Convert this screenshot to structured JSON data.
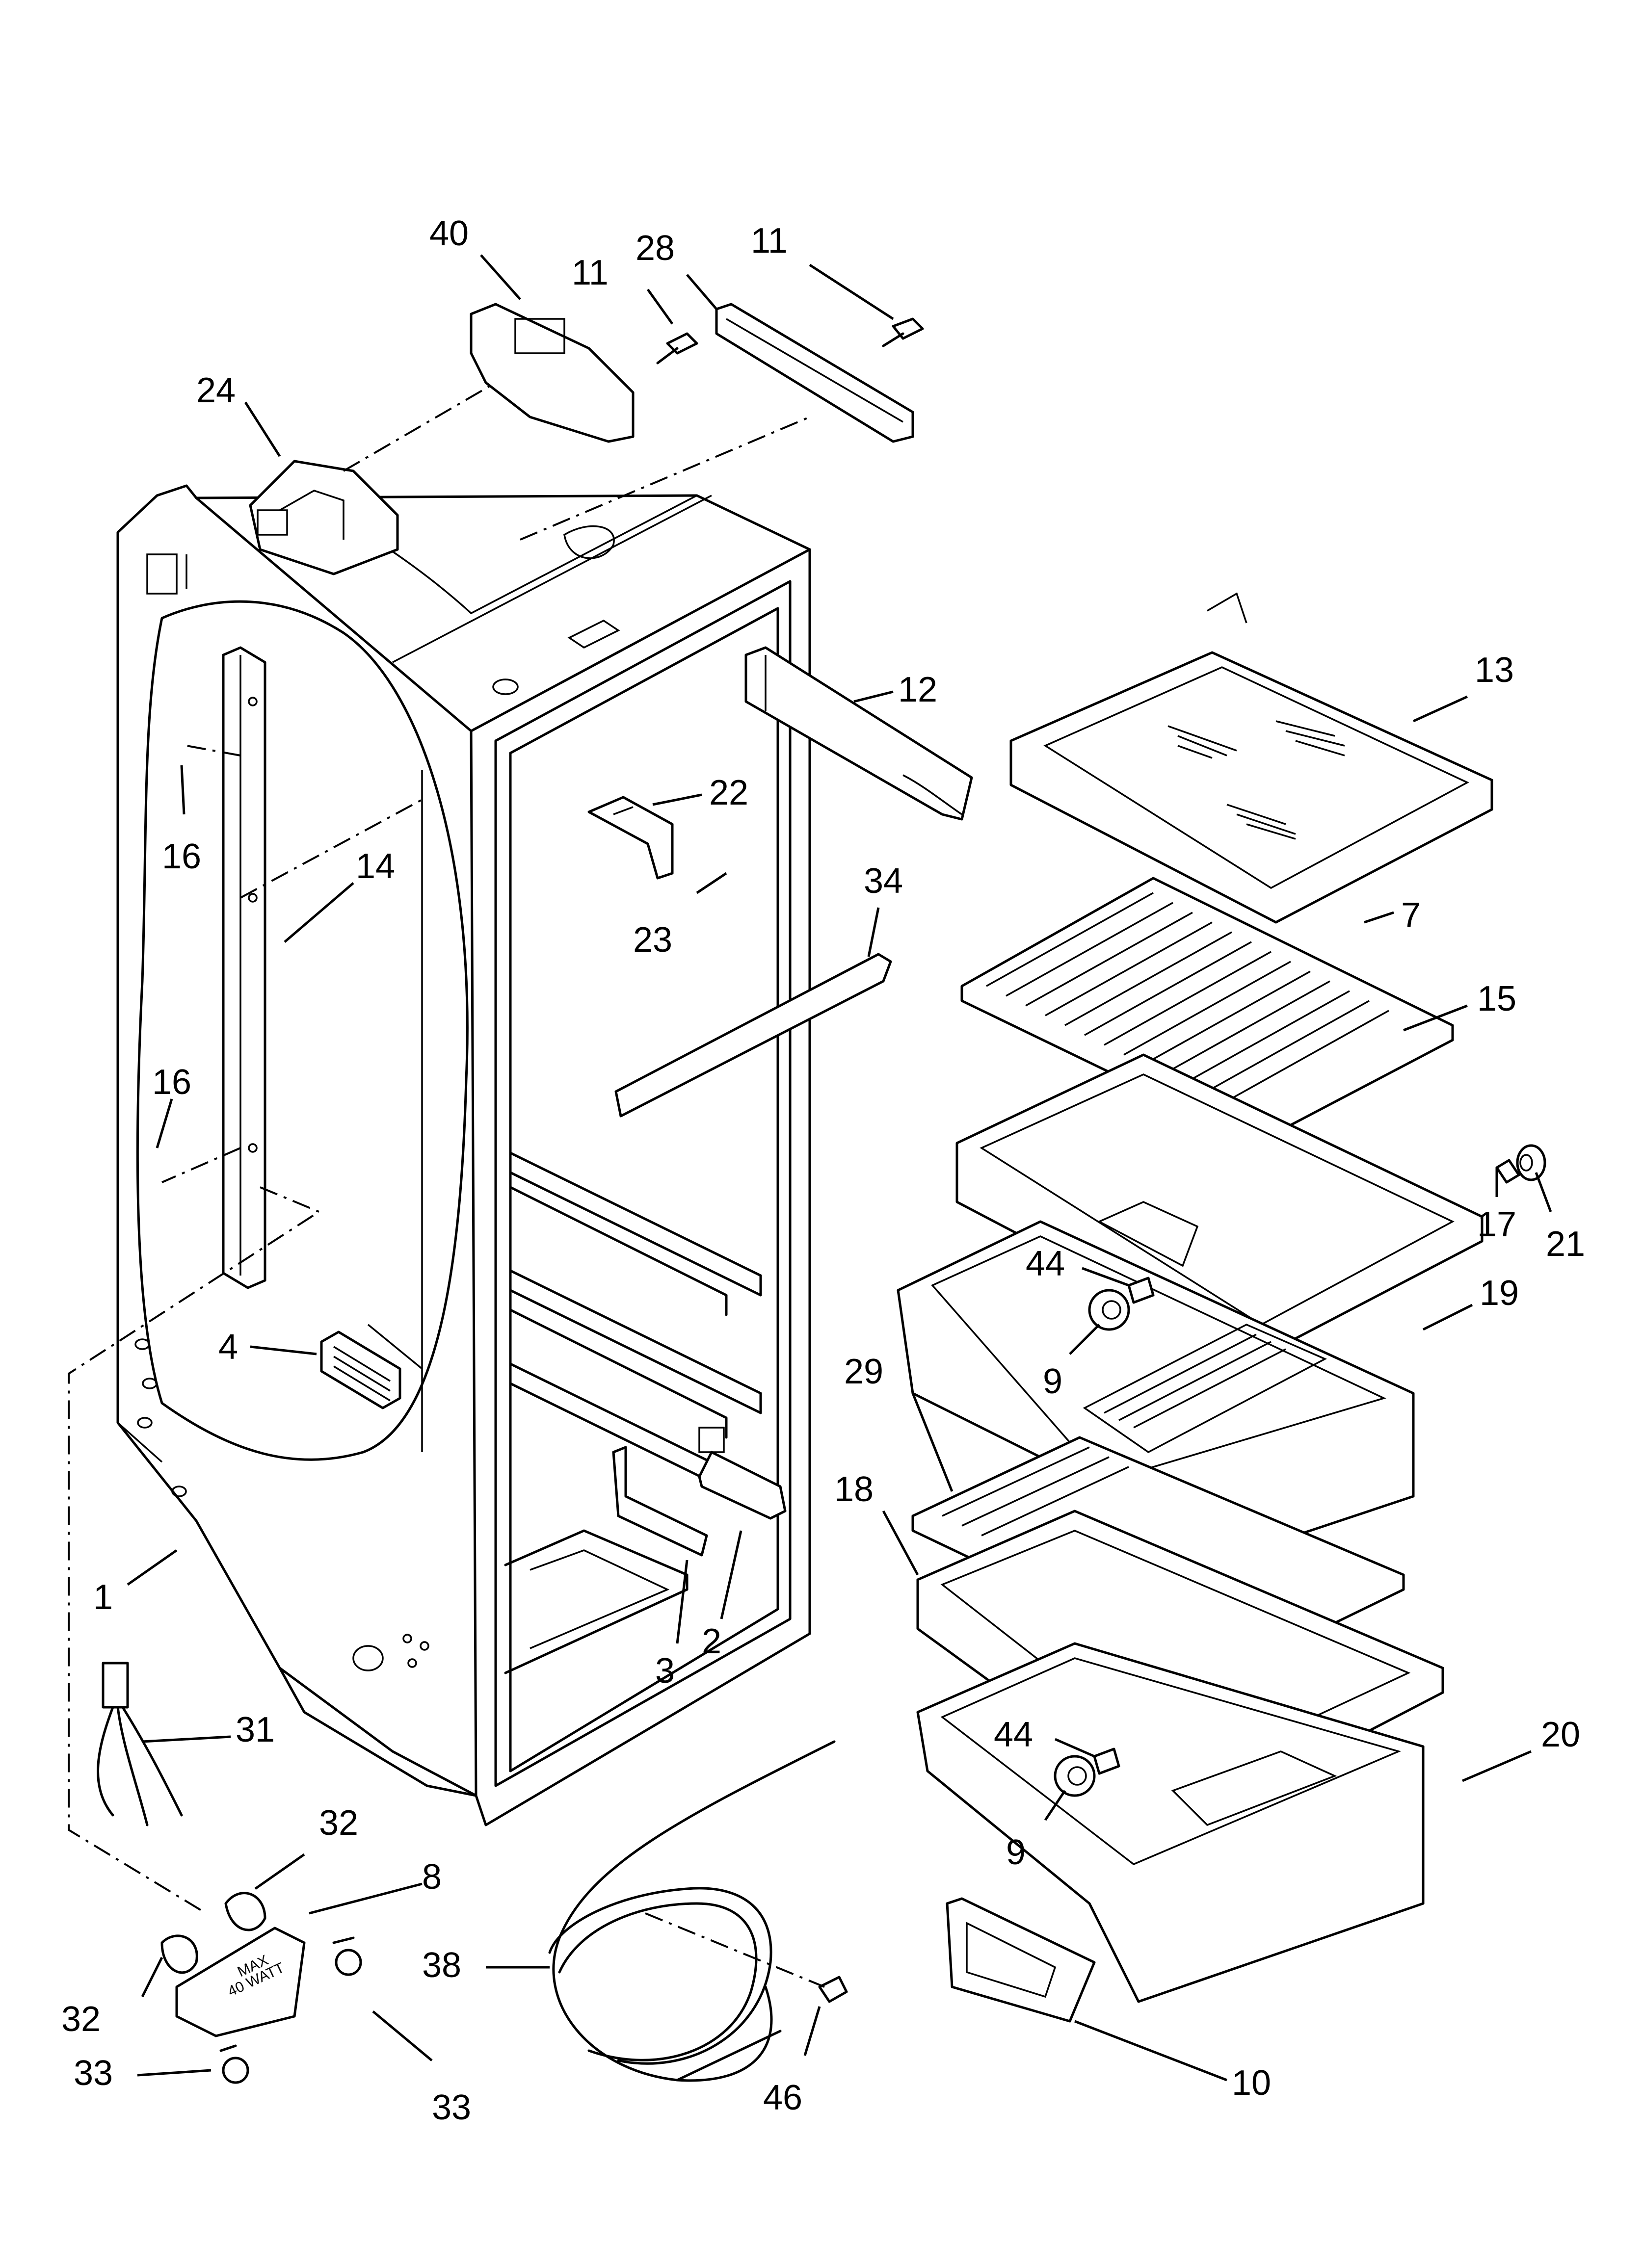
{
  "callouts": [
    {
      "id": "c40",
      "text": "40"
    },
    {
      "id": "c11a",
      "text": "11"
    },
    {
      "id": "c28",
      "text": "28"
    },
    {
      "id": "c11b",
      "text": "11"
    },
    {
      "id": "c24",
      "text": "24"
    },
    {
      "id": "c12",
      "text": "12"
    },
    {
      "id": "c13",
      "text": "13"
    },
    {
      "id": "c22",
      "text": "22"
    },
    {
      "id": "c16a",
      "text": "16"
    },
    {
      "id": "c14",
      "text": "14"
    },
    {
      "id": "c23",
      "text": "23"
    },
    {
      "id": "c34",
      "text": "34"
    },
    {
      "id": "c7",
      "text": "7"
    },
    {
      "id": "c15",
      "text": "15"
    },
    {
      "id": "c16b",
      "text": "16"
    },
    {
      "id": "c17",
      "text": "17"
    },
    {
      "id": "c21",
      "text": "21"
    },
    {
      "id": "c44a",
      "text": "44"
    },
    {
      "id": "c19",
      "text": "19"
    },
    {
      "id": "c4",
      "text": "4"
    },
    {
      "id": "c9a",
      "text": "9"
    },
    {
      "id": "c29",
      "text": "29"
    },
    {
      "id": "c18",
      "text": "18"
    },
    {
      "id": "c1",
      "text": "1"
    },
    {
      "id": "c3",
      "text": "3"
    },
    {
      "id": "c2",
      "text": "2"
    },
    {
      "id": "c31",
      "text": "31"
    },
    {
      "id": "c44b",
      "text": "44"
    },
    {
      "id": "c20",
      "text": "20"
    },
    {
      "id": "c9b",
      "text": "9"
    },
    {
      "id": "c32a",
      "text": "32"
    },
    {
      "id": "c8",
      "text": "8"
    },
    {
      "id": "c32b",
      "text": "32"
    },
    {
      "id": "c38",
      "text": "38"
    },
    {
      "id": "c33a",
      "text": "33"
    },
    {
      "id": "c33b",
      "text": "33"
    },
    {
      "id": "c46",
      "text": "46"
    },
    {
      "id": "c10",
      "text": "10"
    }
  ],
  "light_housing_stamp": {
    "line1": "MAX",
    "line2": "40 WATT"
  }
}
